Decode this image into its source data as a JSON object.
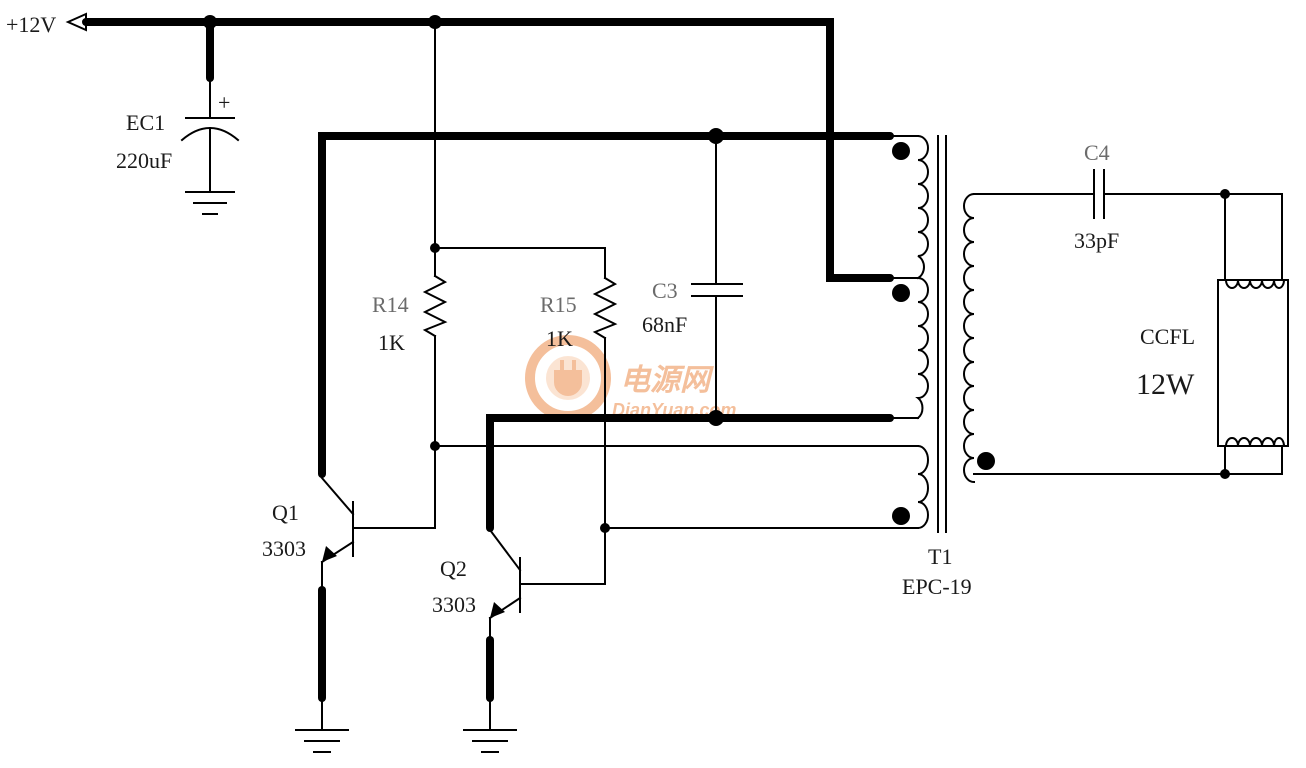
{
  "supply": {
    "label": "+12V"
  },
  "ec1": {
    "ref": "EC1",
    "value": "220uF",
    "polarity": "+"
  },
  "r14": {
    "ref": "R14",
    "value": "1K"
  },
  "r15": {
    "ref": "R15",
    "value": "1K"
  },
  "c3": {
    "ref": "C3",
    "value": "68nF"
  },
  "c4": {
    "ref": "C4",
    "value": "33pF"
  },
  "q1": {
    "ref": "Q1",
    "value": "3303"
  },
  "q2": {
    "ref": "Q2",
    "value": "3303"
  },
  "t1": {
    "ref": "T1",
    "value": "EPC-19"
  },
  "ccfl": {
    "ref": "CCFL",
    "value": "12W"
  },
  "watermark": {
    "cn": "电源网",
    "en": "DianYuan.com"
  },
  "colors": {
    "wire": "#000000",
    "label_gray": "#6b6b6b",
    "watermark": "#f3b48a"
  }
}
